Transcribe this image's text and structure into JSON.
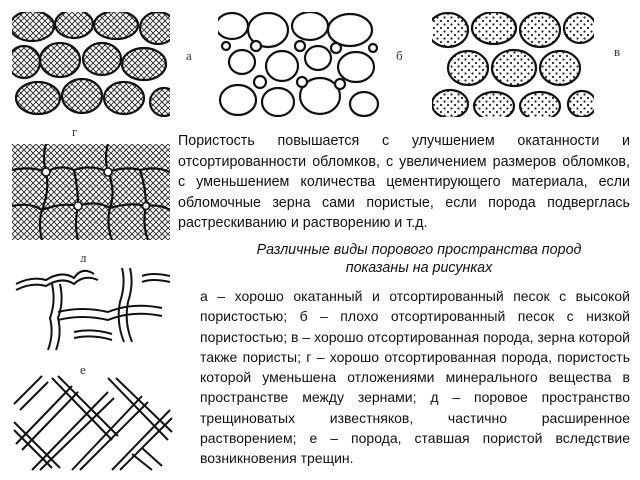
{
  "figures": {
    "a": {
      "label": "а",
      "pattern": "crosshatch-grains"
    },
    "b": {
      "label": "б",
      "pattern": "unsorted-white-grains"
    },
    "v": {
      "label": "в",
      "pattern": "porous-dotted-grains"
    },
    "g": {
      "label": "г",
      "pattern": "cemented-crosshatch-grains"
    },
    "d": {
      "label": "д",
      "pattern": "fissure-channels"
    },
    "e": {
      "label": "е",
      "pattern": "fracture-network"
    }
  },
  "intro_text": "Пористость повышается с улучшением окатанности и отсортированности обломков, с увеличением размеров обломков, с уменьшением количества цементирующего материала, если обломочные зерна сами пористые, если порода подверглась растрескиванию и растворению и т.д.",
  "caption": "Различные виды порового пространства пород показаны на рисунках",
  "description": "а – хорошо окатанный и отсортированный песок с высокой пористостью; б – плохо отсортированный песок с низкой пористостью; в – хорошо отсортированная порода, зерна которой также пористы; г – хорошо отсортированная порода, пористость которой уменьшена отложениями минерального вещества в пространстве между зернами; д – поровое пространство трещиноватых известняков, частично расширенное растворением; е – порода, ставшая пористой вследствие возникновения трещин."
}
